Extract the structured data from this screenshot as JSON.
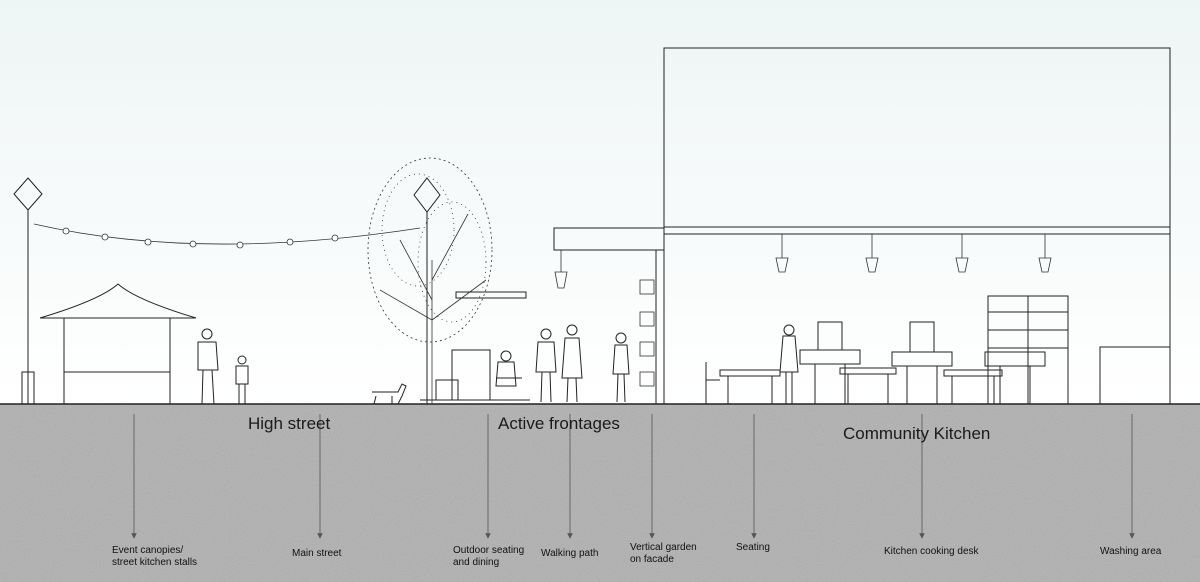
{
  "zones": {
    "high_street": "High street",
    "active_frontages": "Active frontages",
    "community_kitchen": "Community Kitchen"
  },
  "callouts": {
    "event_canopies": "Event canopies/\nstreet kitchen stalls",
    "main_street": "Main street",
    "outdoor_seating": "Outdoor seating\nand dining",
    "walking_path": "Walking path",
    "vertical_garden": "Vertical garden\non facade",
    "seating": "Seating",
    "kitchen_desk": "Kitchen cooking desk",
    "washing_area": "Washing area"
  },
  "colors": {
    "sky_top": "#eef5f5",
    "sky_bottom": "#ffffff",
    "ground": "#b8b8b8",
    "line": "#222222"
  }
}
